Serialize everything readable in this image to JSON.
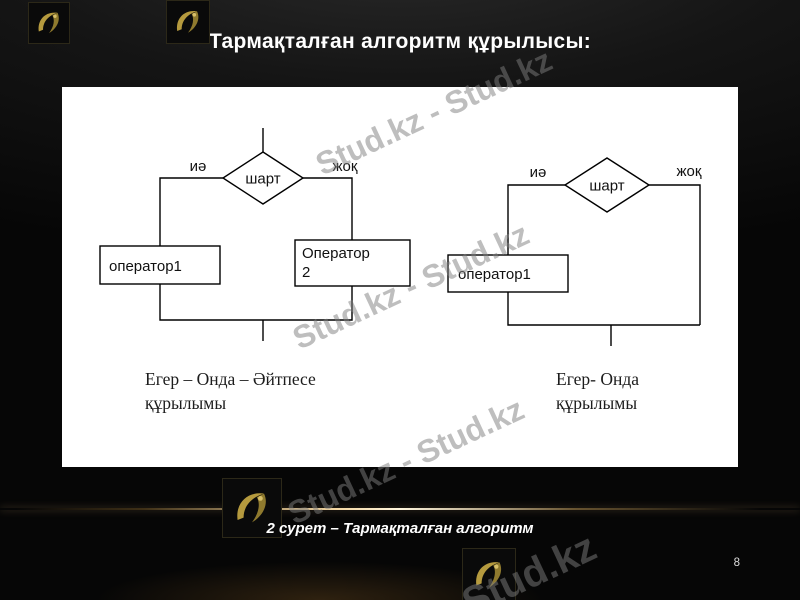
{
  "slide": {
    "title": "Тармақталған алгоритм құрылысы:",
    "figure_caption": "2 сурет – Тармақталған алгоритм",
    "page_number": "8"
  },
  "flowchart_left": {
    "condition_label": "шарт",
    "true_branch_label": "иә",
    "false_branch_label": "жоқ",
    "operator1_label": "оператор1",
    "operator2_line1": "Оператор",
    "operator2_line2": "2",
    "caption_line1": "Егер – Онда – Әйтпесе",
    "caption_line2": "құрылымы"
  },
  "flowchart_right": {
    "condition_label": "шарт",
    "true_branch_label": "иә",
    "false_branch_label": "жоқ",
    "operator1_label": "оператор1",
    "caption_line1": "Егер- Онда",
    "caption_line2": "құрылымы"
  },
  "watermark": {
    "text": "Stud.kz - Stud.kz",
    "short": "Stud.kz"
  },
  "colors": {
    "background": "#0b0b0b",
    "panel": "#ffffff",
    "title_text": "#ffffff",
    "diagram_line": "#000000",
    "watermark_gray": "#7d7d7d",
    "logo_gold": "#b59a3e"
  }
}
